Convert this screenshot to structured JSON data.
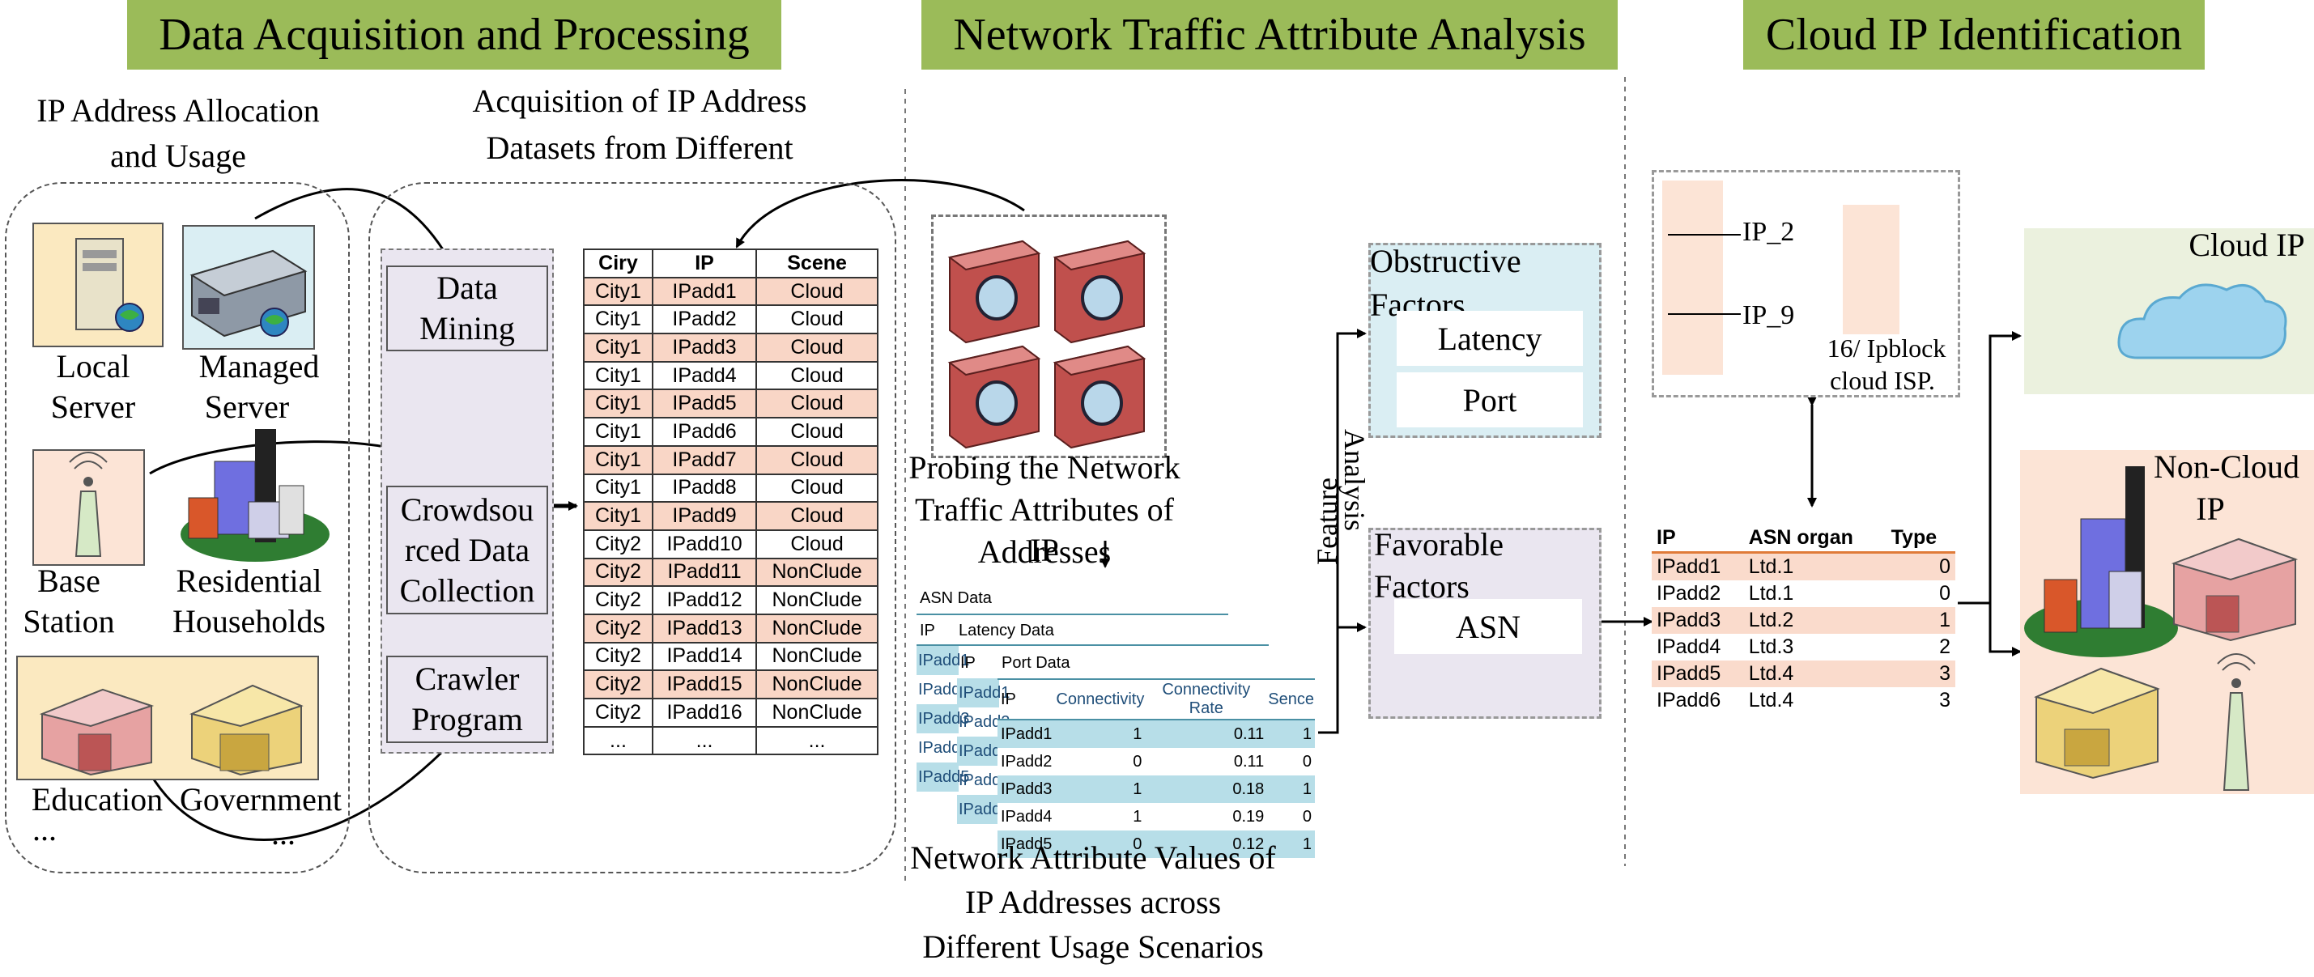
{
  "banners": {
    "left": "Data Acquisition and Processing",
    "middle": "Network Traffic Attribute Analysis",
    "right": "Cloud IP Identification"
  },
  "left": {
    "title_line1": "IP Address Allocation",
    "title_line2": "and Usage",
    "local_server_1": "Local",
    "local_server_2": "Server",
    "managed_server_1": "Managed",
    "managed_server_2": "Server",
    "base_station_1": "Base",
    "base_station_2": "Station",
    "residential_1": "Residential",
    "residential_2": "Households",
    "education": "Education",
    "government": "Government",
    "ellipsis_1": "...",
    "ellipsis_2": "..."
  },
  "acquisition": {
    "title_line1": "Acquisition of IP Address",
    "title_line2": "Datasets from Different",
    "methods": [
      {
        "line1": "Data",
        "line2": "Mining"
      },
      {
        "line1": "Crowdsou",
        "line2": "rced Data",
        "line3": "Collection"
      },
      {
        "line1": "Crawler",
        "line2": "Program"
      }
    ]
  },
  "dataset_table": {
    "headers": [
      "Ciry",
      "IP",
      "Scene"
    ],
    "rows": [
      [
        "City1",
        "IPadd1",
        "Cloud"
      ],
      [
        "City1",
        "IPadd2",
        "Cloud"
      ],
      [
        "City1",
        "IPadd3",
        "Cloud"
      ],
      [
        "City1",
        "IPadd4",
        "Cloud"
      ],
      [
        "City1",
        "IPadd5",
        "Cloud"
      ],
      [
        "City1",
        "IPadd6",
        "Cloud"
      ],
      [
        "City1",
        "IPadd7",
        "Cloud"
      ],
      [
        "City1",
        "IPadd8",
        "Cloud"
      ],
      [
        "City1",
        "IPadd9",
        "Cloud"
      ],
      [
        "City2",
        "IPadd10",
        "Cloud"
      ],
      [
        "City2",
        "IPadd11",
        "NonClude"
      ],
      [
        "City2",
        "IPadd12",
        "NonClude"
      ],
      [
        "City2",
        "IPadd13",
        "NonClude"
      ],
      [
        "City2",
        "IPadd14",
        "NonClude"
      ],
      [
        "City2",
        "IPadd15",
        "NonClude"
      ],
      [
        "City2",
        "IPadd16",
        "NonClude"
      ],
      [
        "...",
        "...",
        "..."
      ]
    ]
  },
  "probing": {
    "caption_line1": "Probing the Network",
    "caption_line2": "Traffic Attributes of IP",
    "caption_line3": "Addresses"
  },
  "stack": {
    "asn_title": "ASN Data",
    "ip_label": "IP",
    "latency_title": "Latency Data",
    "port_title": "Port Data",
    "side_ips": [
      "IPadd1",
      "IPadd2",
      "IPadd3",
      "IPadd4",
      "IPadd5"
    ],
    "port_headers": [
      "IP",
      "Connectivity",
      "Connectivity Rate",
      "Sence"
    ],
    "port_rows": [
      [
        "IPadd1",
        "1",
        "0.11",
        "1"
      ],
      [
        "IPadd2",
        "0",
        "0.11",
        "0"
      ],
      [
        "IPadd3",
        "1",
        "0.18",
        "1"
      ],
      [
        "IPadd4",
        "1",
        "0.19",
        "0"
      ],
      [
        "IPadd5",
        "0",
        "0.12",
        "1"
      ]
    ],
    "caption_line1": "Network Attribute Values of",
    "caption_line2": "IP Addresses across",
    "caption_line3": "Different Usage Scenarios"
  },
  "feature_analysis": {
    "word1": "Feature",
    "word2": "Analysis"
  },
  "factors": {
    "obstructive_1": "Obstructive",
    "obstructive_2": "Factors",
    "latency": "Latency",
    "port": "Port",
    "favorable_1": "Favorable",
    "favorable_2": "Factors",
    "asn": "ASN"
  },
  "ipblock": {
    "ip2": "IP_2",
    "ip9": "IP_9",
    "caption_line1": "16/ Ipblock",
    "caption_line2": "cloud ISP."
  },
  "asn_table": {
    "headers": [
      "IP",
      "ASN organ",
      "Type"
    ],
    "rows": [
      [
        "IPadd1",
        "Ltd.1",
        "0"
      ],
      [
        "IPadd2",
        "Ltd.1",
        "0"
      ],
      [
        "IPadd3",
        "Ltd.2",
        "1"
      ],
      [
        "IPadd4",
        "Ltd.3",
        "2"
      ],
      [
        "IPadd5",
        "Ltd.4",
        "3"
      ],
      [
        "IPadd6",
        "Ltd.4",
        "3"
      ]
    ]
  },
  "results": {
    "cloud_ip": "Cloud IP",
    "non_cloud_1": "Non-Cloud",
    "non_cloud_2": "IP"
  },
  "colors": {
    "banner_green": "#9bbb59",
    "table_highlight": "#f9d6c6",
    "factor_blue": "#daeef3",
    "factor_lavender": "#eae6f0",
    "cloud_panel": "#ebf1de",
    "noncloud_panel": "#fce4d6",
    "server_red": "#c0504d",
    "port_blue": "#b7dee8"
  }
}
